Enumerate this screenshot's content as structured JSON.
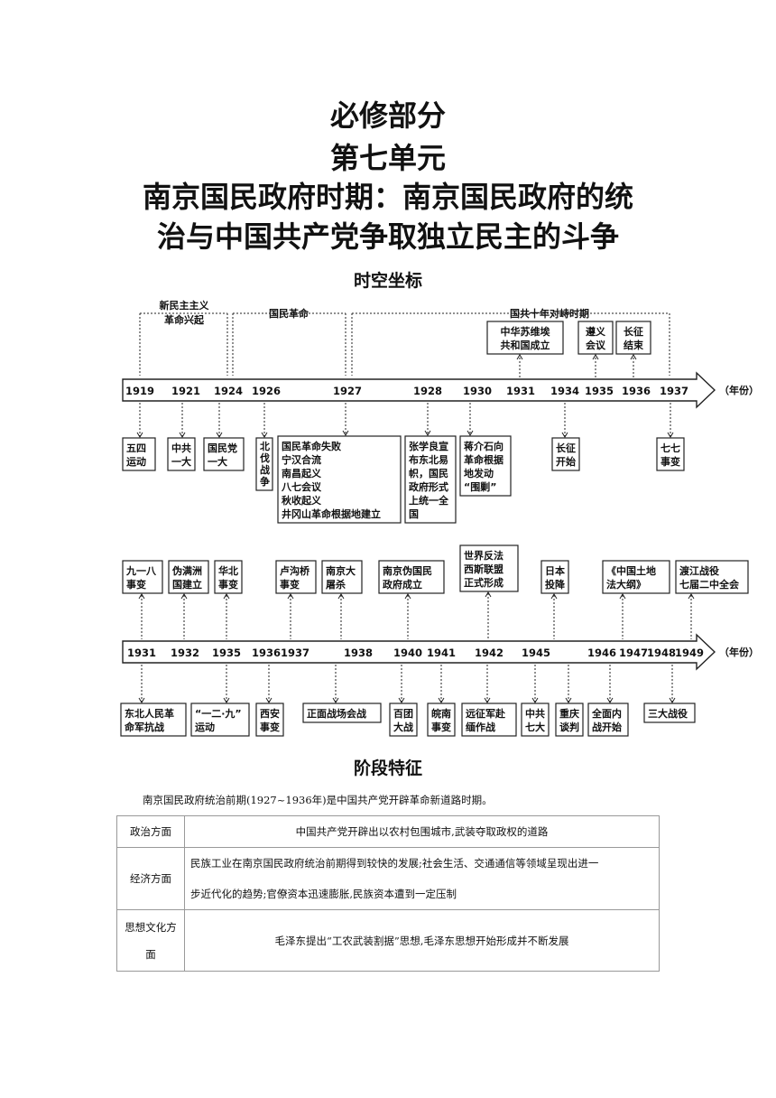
{
  "titles": {
    "t1": "必修部分",
    "t2": "第七单元",
    "t3": "南京国民政府时期：南京国民政府的统",
    "t4": "治与中国共产党争取独立民主的斗争"
  },
  "section_timeline": "时空坐标",
  "section_features": "阶段特征",
  "unit_label": "（年份）",
  "timeline1": {
    "periods": [
      {
        "label": [
          "新民主主义",
          "革命兴起"
        ]
      },
      {
        "label": [
          "国民革命"
        ]
      },
      {
        "label": [
          "国共十年对峙时期"
        ]
      }
    ],
    "years": [
      "1919",
      "1921",
      "1924",
      "1926",
      "1927",
      "1928",
      "1930",
      "1931",
      "1934",
      "1935",
      "1936",
      "1937"
    ],
    "top_events": [
      {
        "lines": [
          "中华苏维埃",
          "共和国成立"
        ]
      },
      {
        "lines": [
          "遵义",
          "会议"
        ]
      },
      {
        "lines": [
          "长征",
          "结束"
        ]
      }
    ],
    "bottom_events": [
      {
        "lines": [
          "五四",
          "运动"
        ]
      },
      {
        "lines": [
          "中共",
          "一大"
        ]
      },
      {
        "lines": [
          "国民党",
          "一大"
        ]
      },
      {
        "lines": [
          "北",
          "伐",
          "战",
          "争"
        ]
      },
      {
        "lines": [
          "国民革命失败",
          "宁汉合流",
          "南昌起义",
          "八七会议",
          "秋收起义",
          "井冈山革命根据地建立"
        ]
      },
      {
        "lines": [
          "张学良宣",
          "布东北易",
          "帜，国民",
          "政府形式",
          "上统一全",
          "国"
        ]
      },
      {
        "lines": [
          "蒋介石向",
          "革命根据",
          "地发动",
          "“围剿”"
        ]
      },
      {
        "lines": [
          "长征",
          "开始"
        ]
      },
      {
        "lines": [
          "七七",
          "事变"
        ]
      }
    ]
  },
  "timeline2": {
    "years": [
      "1931",
      "1932",
      "1935",
      "1936",
      "1937",
      "1938",
      "1940",
      "1941",
      "1942",
      "1945",
      "1946",
      "1947",
      "1948",
      "1949"
    ],
    "top_events": [
      {
        "lines": [
          "九一八",
          "事变"
        ]
      },
      {
        "lines": [
          "伪满洲",
          "国建立"
        ]
      },
      {
        "lines": [
          "华北",
          "事变"
        ]
      },
      {
        "lines": [
          "卢沟桥",
          "事变"
        ]
      },
      {
        "lines": [
          "南京大",
          "屠杀"
        ]
      },
      {
        "lines": [
          "南京伪国民",
          "政府成立"
        ]
      },
      {
        "lines": [
          "世界反法",
          "西斯联盟",
          "正式形成"
        ]
      },
      {
        "lines": [
          "日本",
          "投降"
        ]
      },
      {
        "lines": [
          "《中国土地",
          "法大纲》"
        ]
      },
      {
        "lines": [
          "渡江战役",
          "七届二中全会"
        ]
      }
    ],
    "bottom_events": [
      {
        "lines": [
          "东北人民革",
          "命军抗战"
        ]
      },
      {
        "lines": [
          "“一二·九”",
          "运动"
        ]
      },
      {
        "lines": [
          "西安",
          "事变"
        ]
      },
      {
        "lines": [
          "正面战场会战"
        ]
      },
      {
        "lines": [
          "百团",
          "大战"
        ]
      },
      {
        "lines": [
          "皖南",
          "事变"
        ]
      },
      {
        "lines": [
          "远征军赴",
          "缅作战"
        ]
      },
      {
        "lines": [
          "中共",
          "七大"
        ]
      },
      {
        "lines": [
          "重庆",
          "谈判"
        ]
      },
      {
        "lines": [
          "全面内",
          "战开始"
        ]
      },
      {
        "lines": [
          "三大战役"
        ]
      }
    ]
  },
  "intro_text": "南京国民政府统治前期(1927~1936年)是中国共产党开辟革命新道路时期。",
  "features_table": [
    {
      "key": "政治方面",
      "lines": [
        "中国共产党开辟出以农村包围城市,武装夺取政权的道路"
      ]
    },
    {
      "key": "经济方面",
      "lines": [
        "民族工业在南京国民政府统治前期得到较快的发展;社会生活、交通通信等领域呈现出进一",
        "步近代化的趋势;官僚资本迅速膨胀,民族资本遭到一定压制"
      ]
    },
    {
      "key": "思想文化方面",
      "lines": [
        "毛泽东提出“工农武装割据”思想,毛泽东思想开始形成并不断发展"
      ]
    }
  ]
}
